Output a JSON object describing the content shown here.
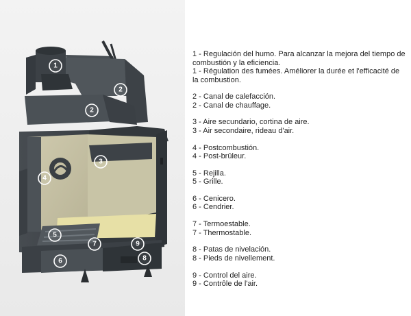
{
  "callouts": [
    "1",
    "2",
    "2",
    "3",
    "4",
    "5",
    "6",
    "7",
    "8",
    "9"
  ],
  "legend": [
    {
      "lines": [
        "1 - Regulación del humo. Para alcanzar la mejora del tiempo de combustión y la eficiencia.",
        "1 - Régulation des fumées. Améliorer la durée et l'efficacité de la combustion."
      ]
    },
    {
      "lines": [
        "2 - Canal de calefacción.",
        "2 - Canal de chauffage."
      ]
    },
    {
      "lines": [
        "3 - Aire secundario, cortina de aire.",
        "3 - Air secondaire, rideau d'air."
      ]
    },
    {
      "lines": [
        "4 - Postcombustión.",
        "4 - Post-brûleur."
      ]
    },
    {
      "lines": [
        "5 - Rejilla.",
        "5 - Grille."
      ]
    },
    {
      "lines": [
        "6 - Cenicero.",
        "6 - Cendrier."
      ]
    },
    {
      "lines": [
        "7 - Termoestable.",
        "7 - Thermostable."
      ]
    },
    {
      "lines": [
        "8 - Patas de nivelación.",
        "8 - Pieds de nivellement."
      ]
    },
    {
      "lines": [
        "9 - Control del aire.",
        "9 - Contrôle de l'air."
      ]
    }
  ],
  "colors": {
    "steel_dark": "#3e4348",
    "steel_mid": "#4c5257",
    "steel_light": "#5e6469",
    "firebrick": "#c4bfa3",
    "grate_sand": "#e9e2a8",
    "callout_stroke": "#ffffff"
  }
}
